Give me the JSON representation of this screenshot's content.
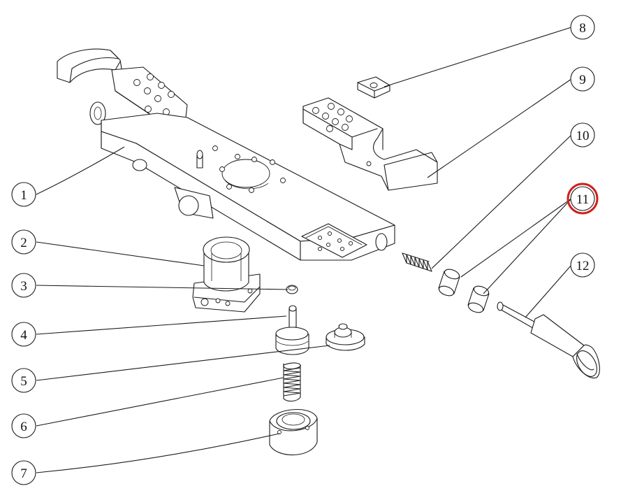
{
  "figure": {
    "type": "exploded-parts-diagram",
    "highlight_color": "#d0201e",
    "highlighted_callout": "11"
  },
  "callouts": [
    {
      "id": "c1",
      "label": "1"
    },
    {
      "id": "c2",
      "label": "2"
    },
    {
      "id": "c3",
      "label": "3"
    },
    {
      "id": "c4",
      "label": "4"
    },
    {
      "id": "c5",
      "label": "5"
    },
    {
      "id": "c6",
      "label": "6"
    },
    {
      "id": "c7",
      "label": "7"
    },
    {
      "id": "c8",
      "label": "8"
    },
    {
      "id": "c9",
      "label": "9"
    },
    {
      "id": "c10",
      "label": "10"
    },
    {
      "id": "c11",
      "label": "11"
    },
    {
      "id": "c12",
      "label": "12"
    }
  ]
}
